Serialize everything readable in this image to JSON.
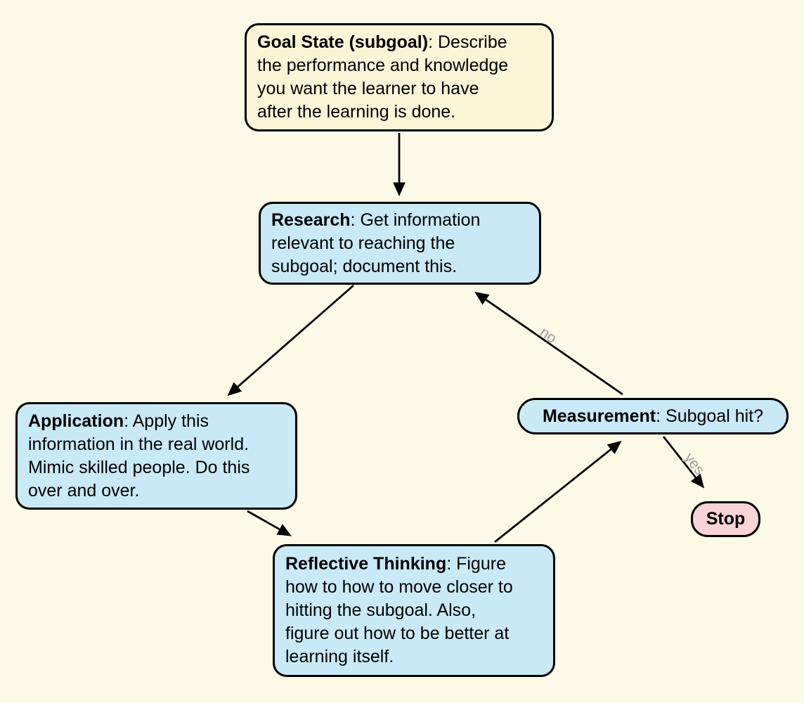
{
  "colors": {
    "background": "#FDF9E7",
    "goal_fill": "#FAF5D7",
    "process_fill": "#C9E9F7",
    "stop_fill": "#F8D3D7",
    "border": "#000000",
    "edge_label": "#999999"
  },
  "nodes": {
    "goal_state": {
      "title": "Goal State (subgoal)",
      "rest": ": Describe\nthe performance and knowledge\nyou want the learner to have\nafter the learning is done."
    },
    "research": {
      "title": "Research",
      "rest": ": Get information\nrelevant to reaching the\nsubgoal; document this."
    },
    "application": {
      "title": "Application",
      "rest": ": Apply this\ninformation in the real world.\nMimic skilled people. Do this\nover and over."
    },
    "measurement": {
      "title": "Measurement",
      "rest": ": Subgoal hit?"
    },
    "reflective_thinking": {
      "title": "Reflective Thinking",
      "rest": ": Figure\nhow to how to move closer to\nhitting the subgoal. Also,\nfigure out how to be better at\nlearning itself."
    },
    "stop": {
      "title": "Stop",
      "rest": ""
    }
  },
  "edges": {
    "no_label": "no",
    "yes_label": "yes"
  }
}
